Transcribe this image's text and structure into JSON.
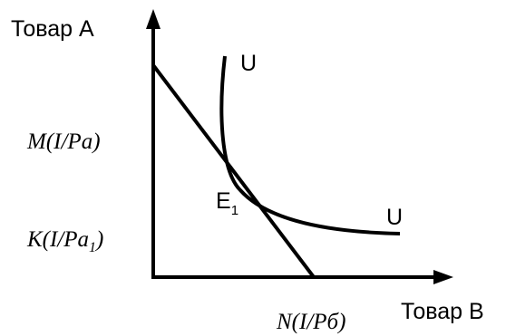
{
  "diagram": {
    "y_axis_label": "Товар А",
    "x_axis_label": "Товар В",
    "label_m": "M(I/Pa)",
    "label_k_main": "K(I/Pa",
    "label_k_sub": "1",
    "label_k_close": ")",
    "label_n": "N(I/Pб)",
    "curve_label_top": "U",
    "curve_label_right": "U",
    "point_label_main": "E",
    "point_label_sub": "1",
    "line_color": "#000000"
  }
}
